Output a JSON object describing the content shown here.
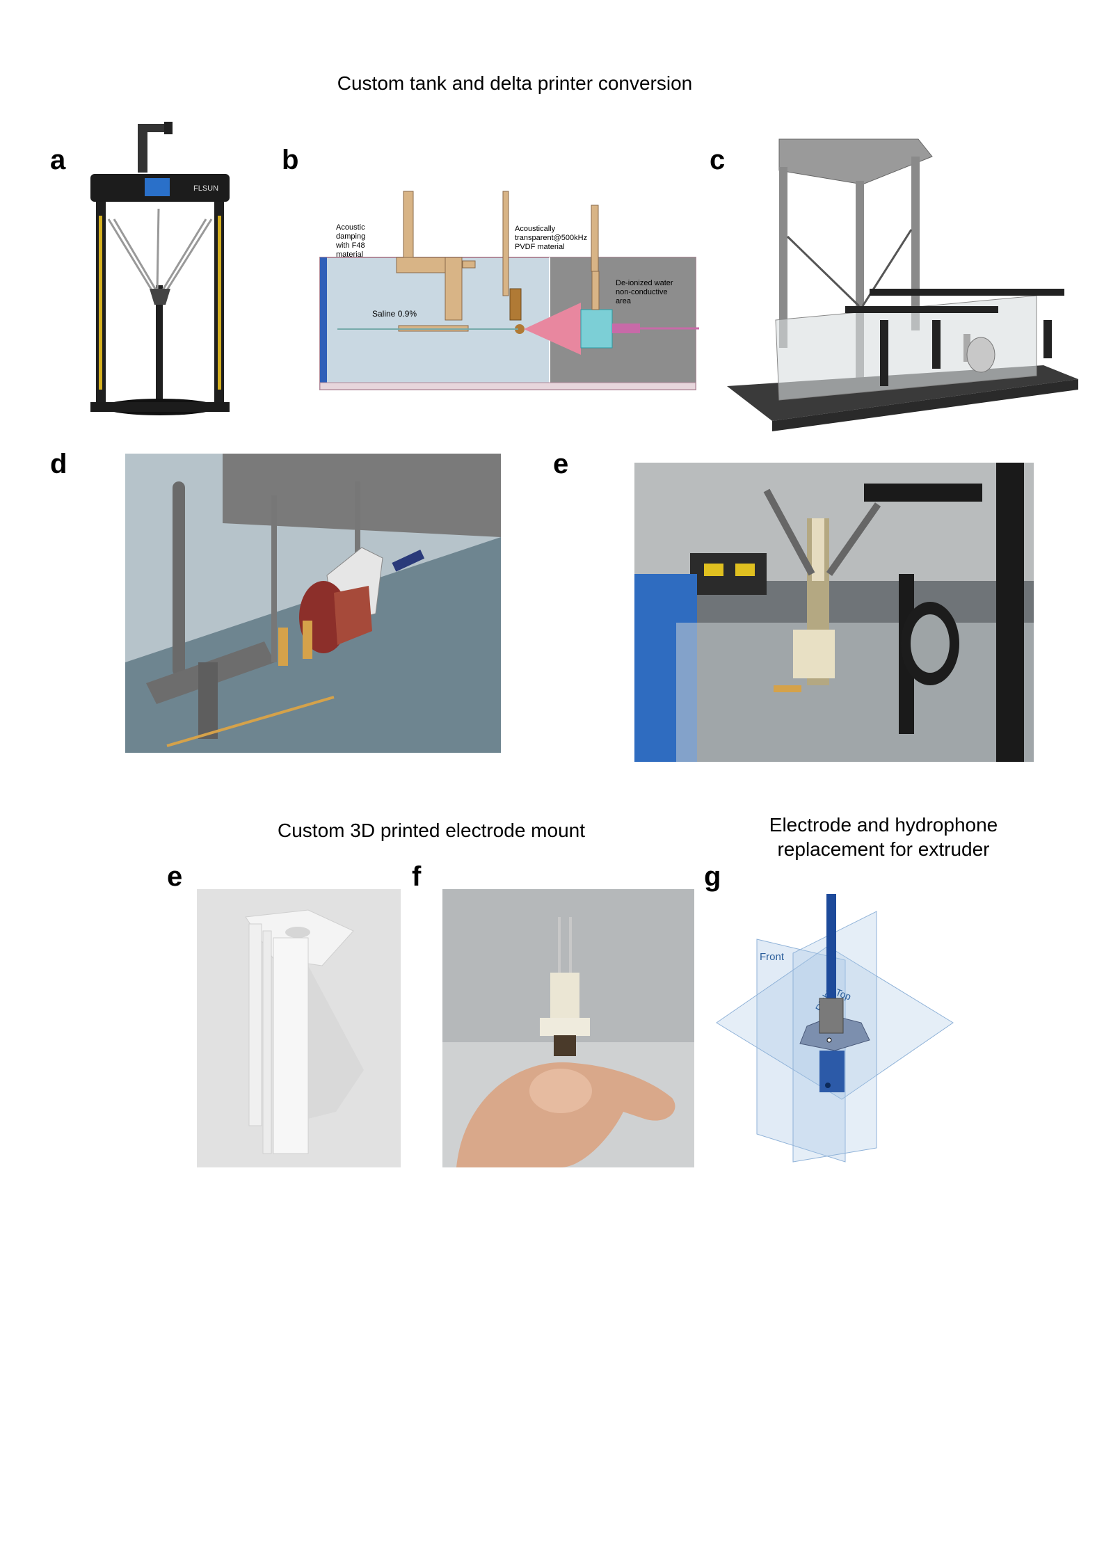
{
  "titles": {
    "top": "Custom tank and delta printer conversion",
    "mount": "Custom 3D printed electrode mount",
    "replacement_line1": "Electrode and hydrophone",
    "replacement_line2": "replacement for extruder"
  },
  "panels": {
    "a": "a",
    "b": "b",
    "c": "c",
    "d": "d",
    "e1": "e",
    "e2": "e",
    "f": "f",
    "g": "g"
  },
  "printer": {
    "brand": "FLSUN"
  },
  "schematic": {
    "damping_1": "Acoustic",
    "damping_2": "damping",
    "damping_3": "with F48",
    "damping_4": "material",
    "transparent_1": "Acoustically",
    "transparent_2": "transparent@500kHz",
    "transparent_3": "PVDF material",
    "deionized_1": "De-ionized water",
    "deionized_2": "non-conductive",
    "deionized_3": "area",
    "saline": "Saline 0.9%"
  },
  "cad_planes": {
    "front": "Front",
    "top": "Top",
    "right": "Right"
  },
  "colors": {
    "saline": "#c9d8e2",
    "deionized": "#8d8d8d",
    "transducer": "#e8879f",
    "hydrophone": "#7ccfd6",
    "mount": "#d8b486",
    "tank_blue": "#2f5fb8"
  }
}
